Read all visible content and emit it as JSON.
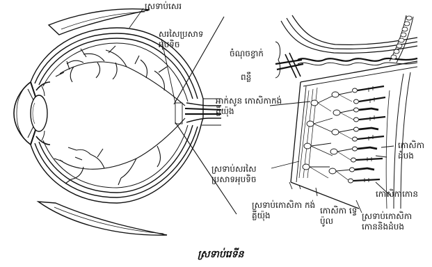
{
  "labels": {
    "sclera": "ស្រទាប់សេរ",
    "optic_nerve": "សរសៃប្រសាទ អុបទិច",
    "blood_vessels": "ចំណុចខ្វាក់",
    "light": "ពន្លឺ",
    "ganglion_axon": "អាក់សូន កោសិកាកង់គ្លីយ៉ុង",
    "rod_cell": "កោសិកា ដំបង",
    "cone_cell": "កោសិកាកោន",
    "optic_fiber_layer": "ស្រទាប់សរសៃ ប្រសាទអុបទិច",
    "ganglion_layer": "ស្រទាប់កោសិកា កង់គ្លីយ៉ុង",
    "bipolar_cell": "កោសិកា ទ្វេប៉ូល",
    "receptor_layer": "ស្រទាប់កោសិកា កោននិងដំបង"
  },
  "caption": "ស្រទាប់រេទីន"
}
